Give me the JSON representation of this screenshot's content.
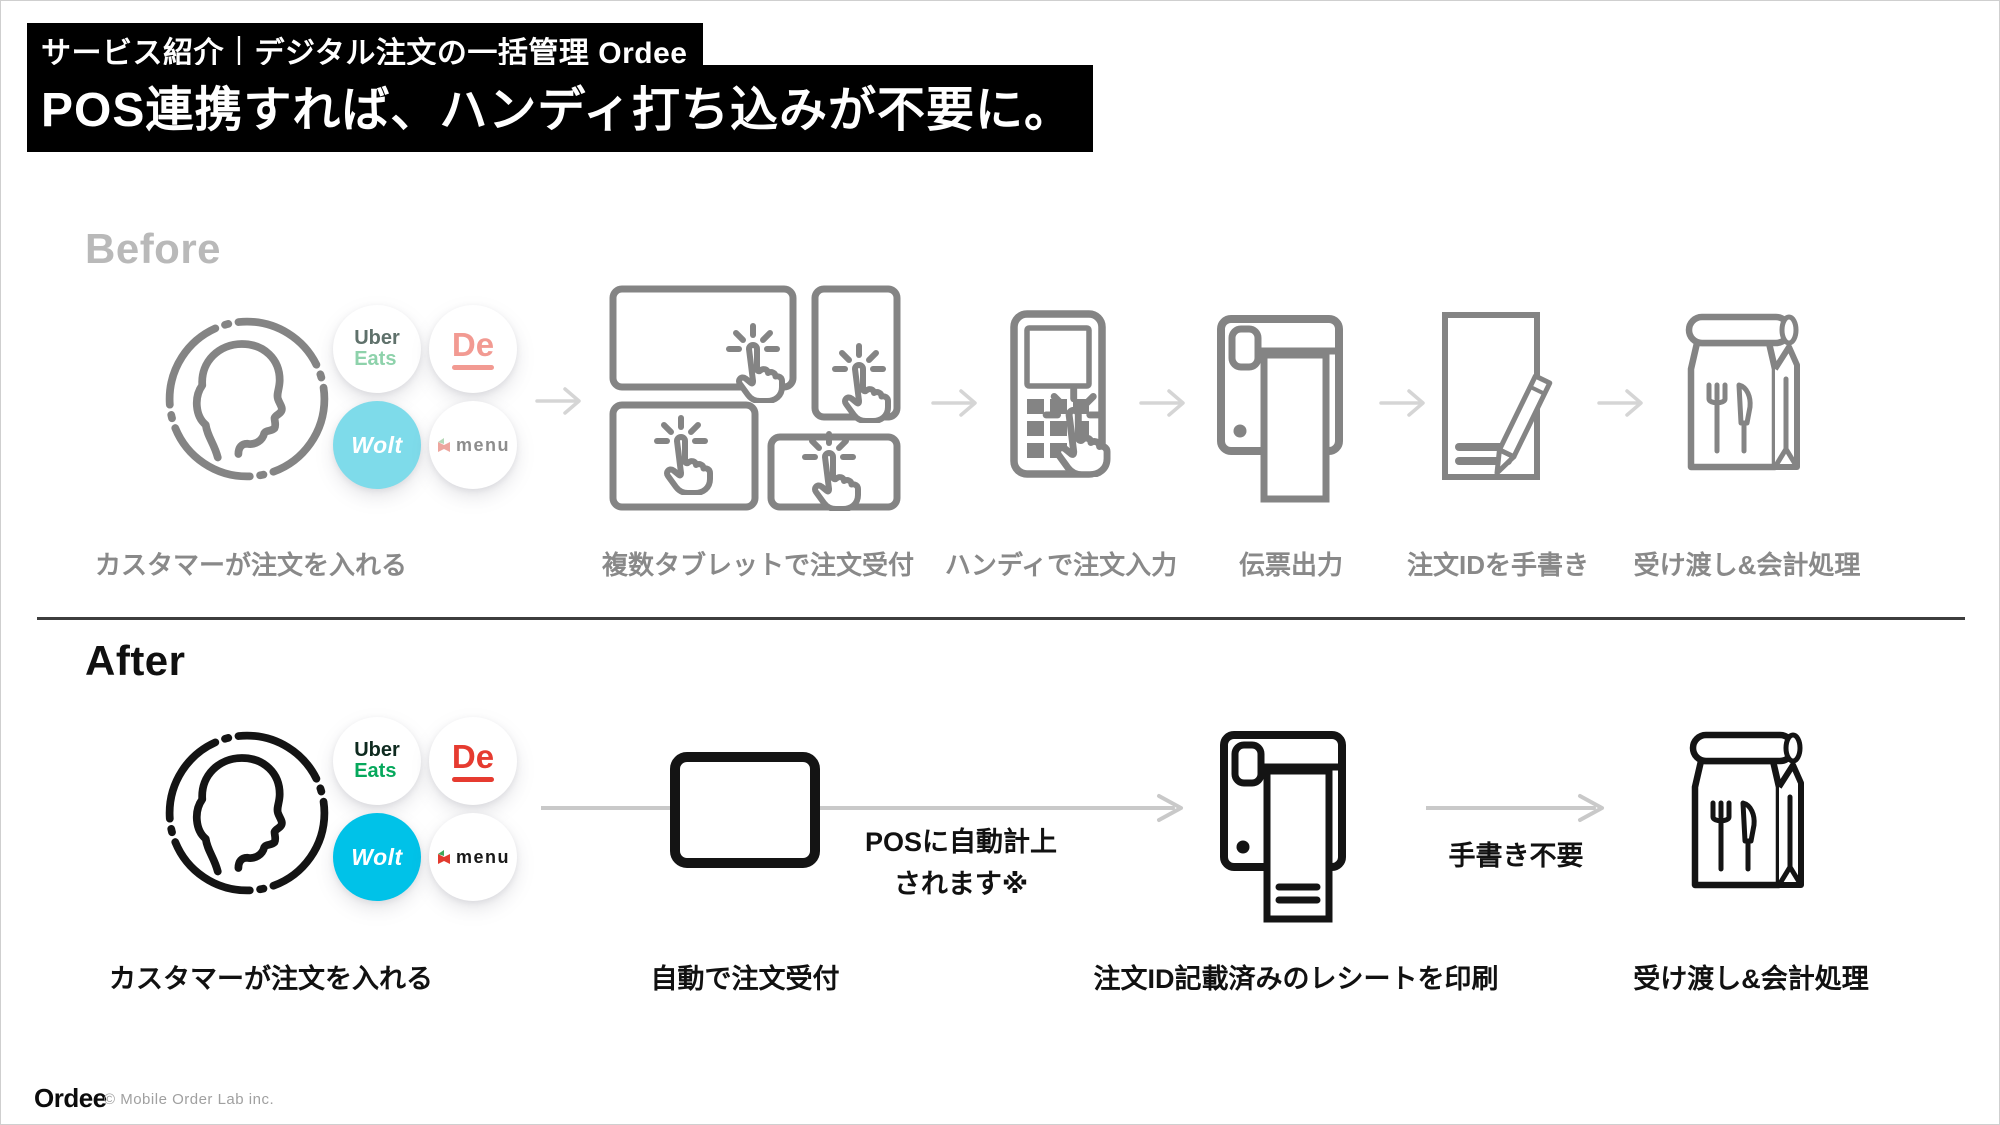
{
  "header": {
    "kicker": "サービス紹介｜デジタル注文の一括管理 Ordee",
    "title": "POS連携すれば、ハンディ打ち込みが不要に。"
  },
  "sections": {
    "before": {
      "label": "Before",
      "captions": [
        "カスタマーが注文を入れる",
        "複数タブレットで注文受付",
        "ハンディで注文入力",
        "伝票出力",
        "注文IDを手書き",
        "受け渡し&会計処理"
      ]
    },
    "after": {
      "label": "After",
      "captions": [
        "カスタマーが注文を入れる",
        "自動で注文受付",
        "注文ID記載済みのレシートを印刷",
        "受け渡し&会計処理"
      ],
      "pos_note_line1": "POSに自動計上",
      "pos_note_line2": "されます※",
      "handwriting_note": "手書き不要"
    }
  },
  "logos": {
    "uber_line1": "Uber",
    "uber_line2": "Eats",
    "demaecan": "De",
    "wolt": "Wolt",
    "menu": "menu"
  },
  "icons": {
    "customer-icon": "person profile in dashed circle",
    "tap-hand-icon": "finger tapping with burst",
    "tablets-cluster-icon": "four tablets being tapped",
    "handy-terminal-icon": "handheld order terminal with keypad",
    "receipt-printer-icon": "receipt printer with paper",
    "receipt-pen-icon": "receipt with pencil writing",
    "takeout-bag-icon": "paper takeout bag with fork and knife",
    "tablet-icon": "single tablet",
    "arrow-right-icon": "right arrow"
  },
  "colors": {
    "uber_eats_green": "#06a85c",
    "demaecan_red": "#e63b30",
    "wolt_cyan": "#00c2e8",
    "before_gray": "#848484",
    "after_black": "#141414",
    "arrow_gray": "#d5d5d5"
  },
  "footer": {
    "logo": "Ordee",
    "copyright": "© Mobile Order Lab inc."
  }
}
